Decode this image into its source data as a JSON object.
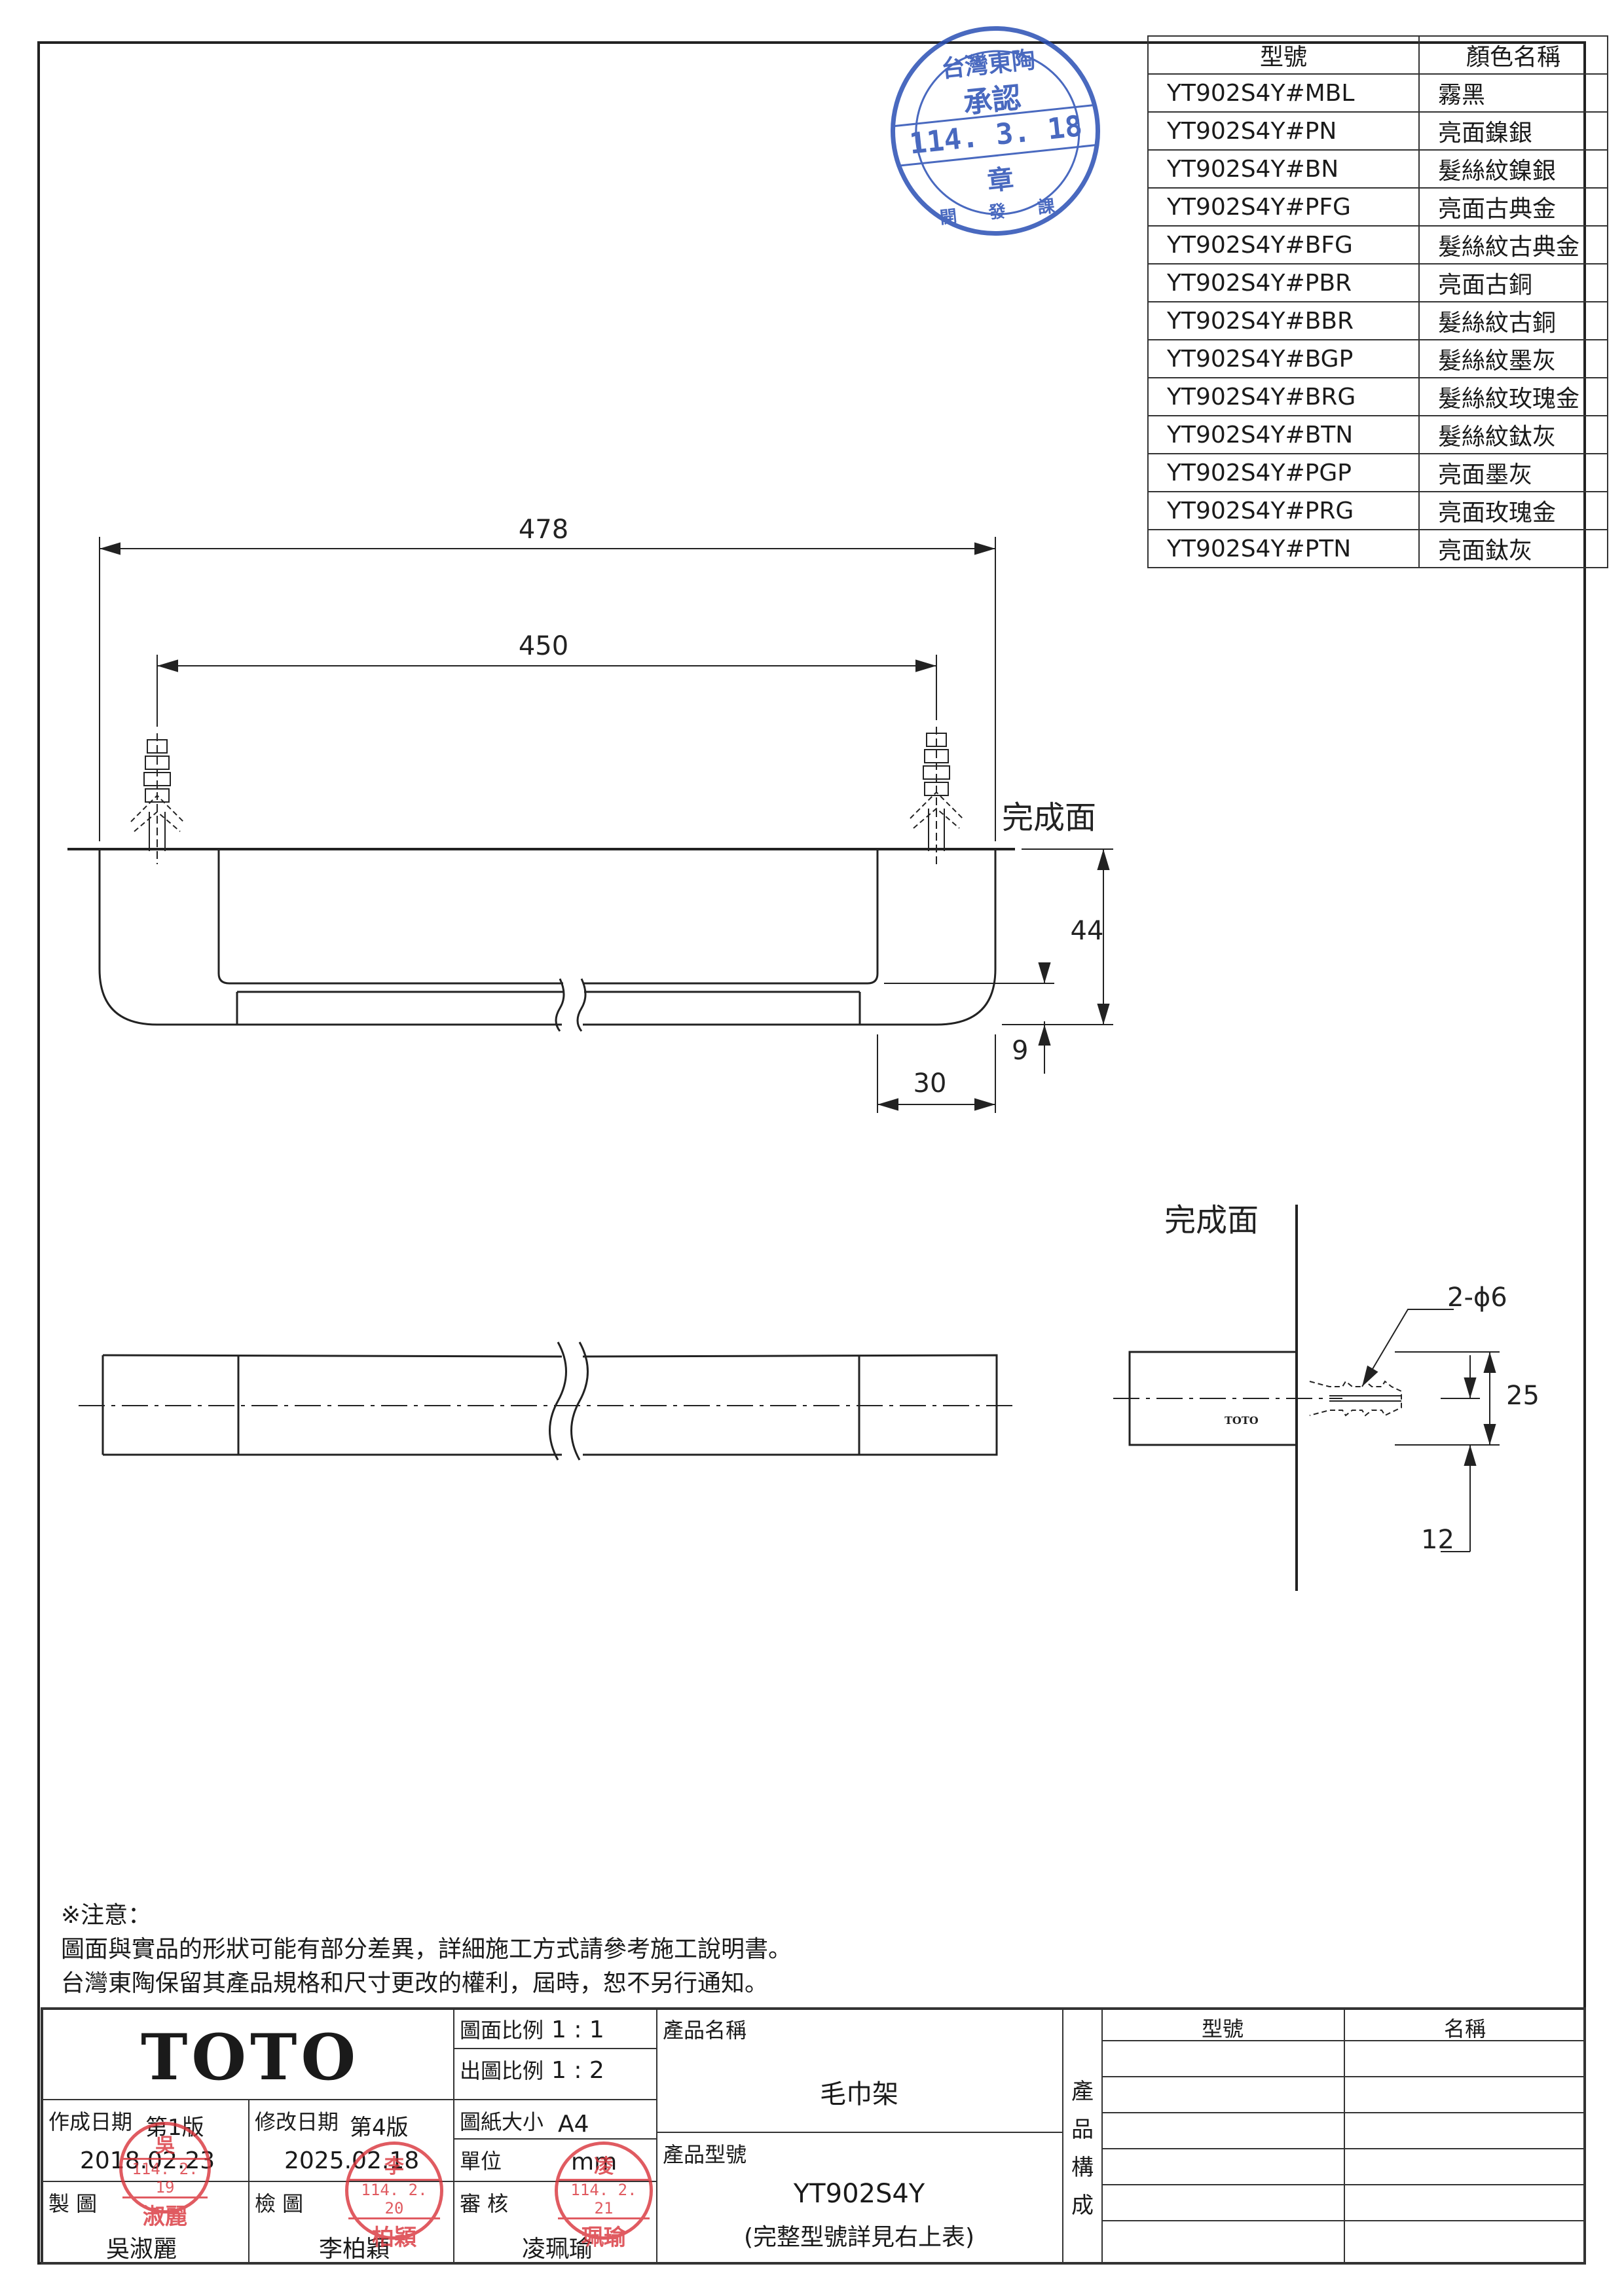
{
  "color_table": {
    "headers": [
      "型號",
      "顏色名稱"
    ],
    "rows": [
      [
        "YT902S4Y#MBL",
        "霧黑"
      ],
      [
        "YT902S4Y#PN",
        "亮面鎳銀"
      ],
      [
        "YT902S4Y#BN",
        "髮絲紋鎳銀"
      ],
      [
        "YT902S4Y#PFG",
        "亮面古典金"
      ],
      [
        "YT902S4Y#BFG",
        "髮絲紋古典金"
      ],
      [
        "YT902S4Y#PBR",
        "亮面古銅"
      ],
      [
        "YT902S4Y#BBR",
        "髮絲紋古銅"
      ],
      [
        "YT902S4Y#BGP",
        "髮絲紋墨灰"
      ],
      [
        "YT902S4Y#BRG",
        "髮絲紋玫瑰金"
      ],
      [
        "YT902S4Y#BTN",
        "髮絲紋鈦灰"
      ],
      [
        "YT902S4Y#PGP",
        "亮面墨灰"
      ],
      [
        "YT902S4Y#PRG",
        "亮面玫瑰金"
      ],
      [
        "YT902S4Y#PTN",
        "亮面鈦灰"
      ]
    ]
  },
  "approval_stamp": {
    "top_text": "台灣東陶",
    "middle_text": "承認",
    "date": "114. 3. 18",
    "bottom_char": "章",
    "footer_text": "開 發 課",
    "color": "#2a4fb5"
  },
  "drawing": {
    "dim_overall": "478",
    "dim_mount": "450",
    "finish_surface": "完成面",
    "dim_height": "44",
    "dim_thickness": "9",
    "dim_depth": "30",
    "finish_surface_side": "完成面",
    "hole_spec": "2-ϕ6",
    "dim_width": "25",
    "dim_offset": "12",
    "logo_small": "TOTO"
  },
  "notes": {
    "title": "※注意：",
    "line1": "圖面與實品的形狀可能有部分差異，詳細施工方式請參考施工說明書。",
    "line2": "台灣東陶保留其產品規格和尺寸更改的權利，屆時，恕不另行通知。"
  },
  "title_block": {
    "logo": "TOTO",
    "scale_label": "圖面比例",
    "scale_value": "1 : 1",
    "print_scale_label": "出圖比例",
    "print_scale_value": "1 : 2",
    "paper_label": "圖紙大小",
    "paper_value": "A4",
    "unit_label": "單位",
    "unit_value": "mm",
    "product_name_label": "產品名稱",
    "product_name": "毛巾架",
    "product_model_label": "產品型號",
    "product_model": "YT902S4Y",
    "product_model_note": "(完整型號詳見右上表)",
    "created_label": "作成日期",
    "created_edition": "第1版",
    "created_date": "2018.02.23",
    "modified_label": "修改日期",
    "modified_edition": "第4版",
    "modified_date": "2025.02.18",
    "drawn_label": "製 圖",
    "drawn_name": "吳淑麗",
    "checked_label": "檢 圖",
    "checked_name": "李柏穎",
    "reviewed_label": "審 核",
    "reviewed_name": "凌珮瑜",
    "composition_label": "產品構成",
    "composition_headers": [
      "型號",
      "名稱"
    ],
    "stamp_color": "#d9333a",
    "stamps": {
      "drawn": {
        "top": "吳",
        "date": "114. 2. 19",
        "name": "淑麗"
      },
      "checked": {
        "top": "李",
        "date": "114. 2. 20",
        "name": "柏穎"
      },
      "reviewed": {
        "top": "凌",
        "date": "114. 2. 21",
        "name": "珮瑜"
      }
    }
  }
}
